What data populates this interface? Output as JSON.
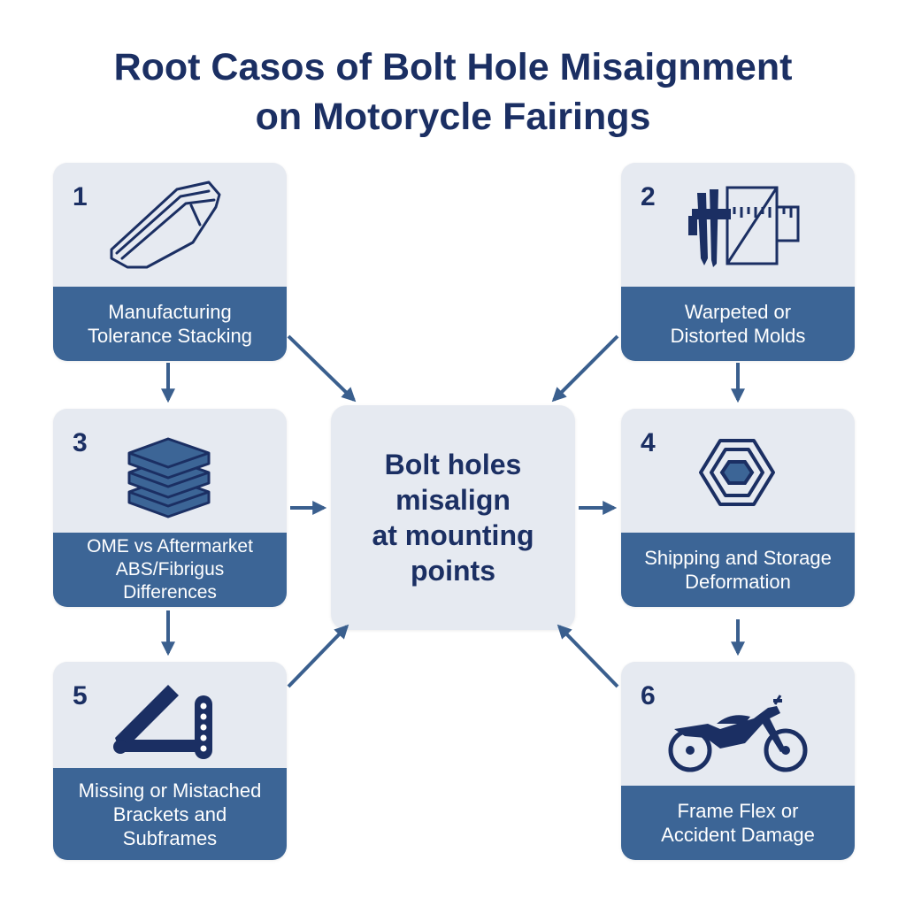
{
  "title_line1": "Root Casos of Bolt Hole Misaignment",
  "title_line2": "on Motorycle Fairings",
  "center": [
    "Bolt holes",
    "misalign",
    "at mounting",
    "points"
  ],
  "boxes": [
    {
      "num": "1",
      "icon": "fairing-panel-icon",
      "label": [
        "Manufacturing",
        "Tolerance Stacking"
      ]
    },
    {
      "num": "2",
      "icon": "caliper-ruler-icon",
      "label": [
        "Warpeted or",
        "Distorted Molds"
      ]
    },
    {
      "num": "3",
      "icon": "stacked-layers-icon",
      "label": [
        "OME vs Aftermarket",
        "ABS/Fibrigus",
        "Differences"
      ]
    },
    {
      "num": "4",
      "icon": "hex-nut-icon",
      "label": [
        "Shipping and Storage",
        "Deformation"
      ]
    },
    {
      "num": "5",
      "icon": "bracket-icon",
      "label": [
        "Missing or Mistached",
        "Brackets and",
        "Subframes"
      ]
    },
    {
      "num": "6",
      "icon": "motorcycle-icon",
      "label": [
        "Frame Flex or",
        "Accident Damage"
      ]
    }
  ],
  "colors": {
    "navy": "#1b2f63",
    "band": "#3c6596",
    "box": "#e6eaf1",
    "arrow": "#3a5f8e"
  }
}
